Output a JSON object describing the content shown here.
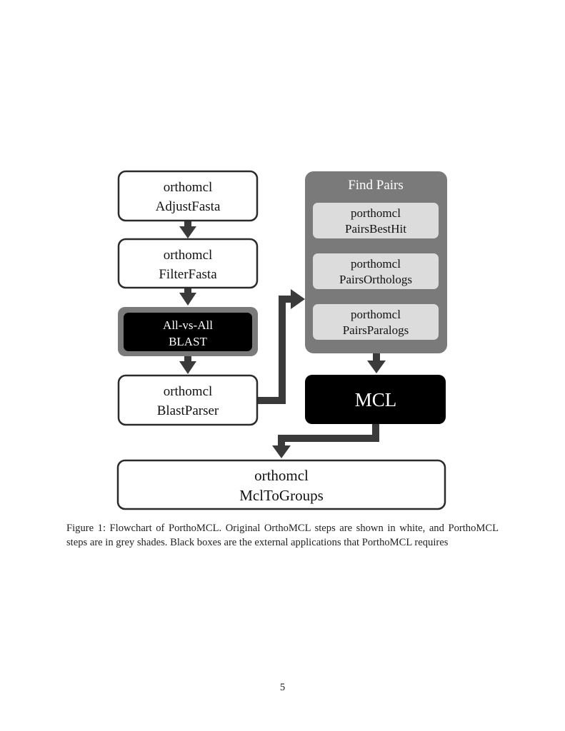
{
  "figure": {
    "caption": "Figure 1: Flowchart of PorthoMCL. Original OrthoMCL steps are shown in white, and PorthoMCL steps are in grey shades.  Black boxes are the external applications that PorthoMCL requires",
    "page_number": "5"
  },
  "flowchart": {
    "adjust_fasta": {
      "line1": "orthomcl",
      "line2": "AdjustFasta"
    },
    "filter_fasta": {
      "line1": "orthomcl",
      "line2": "FilterFasta"
    },
    "blast": {
      "line1": "All-vs-All",
      "line2": "BLAST"
    },
    "blast_parser": {
      "line1": "orthomcl",
      "line2": "BlastParser"
    },
    "find_pairs": {
      "title": "Find Pairs",
      "best_hit": {
        "line1": "porthomcl",
        "line2": "PairsBestHit"
      },
      "orthologs": {
        "line1": "porthomcl",
        "line2": "PairsOrthologs"
      },
      "paralogs": {
        "line1": "porthomcl",
        "line2": "PairsParalogs"
      }
    },
    "mcl": {
      "label": "MCL"
    },
    "mcl_to_groups": {
      "line1": "orthomcl",
      "line2": "MclToGroups"
    },
    "colors": {
      "white_box": "#ffffff",
      "outline": "#2b2b2b",
      "grey_frame": "#7a7a7a",
      "light_grey": "#dcdcdc",
      "black_box": "#000000",
      "arrow": "#3a3a3a"
    }
  }
}
